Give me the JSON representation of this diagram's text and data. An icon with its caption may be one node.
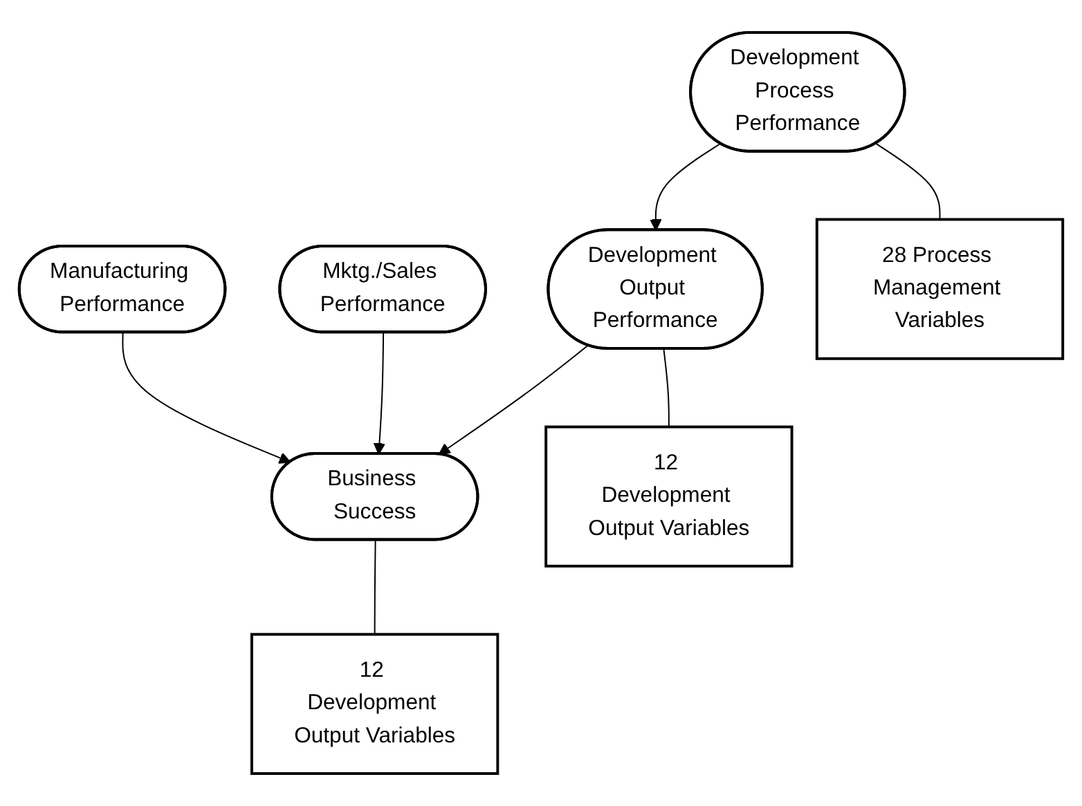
{
  "diagram": {
    "nodes": [
      {
        "text": [
          "Manufacturing Performance"
        ]
      },
      {
        "text": [
          "Mktg./Sales Performance"
        ]
      },
      {
        "text": [
          "Development Process Performance"
        ]
      },
      {
        "text": [
          "Development Output Performance"
        ]
      },
      {
        "text": [
          "Business Success"
        ]
      },
      {
        "text": [
          "28 Process Management Variables"
        ]
      },
      {
        "text": [
          "12 Development Output Variables"
        ]
      },
      {
        "text": [
          "12 Development Output Variables"
        ]
      }
    ],
    "edges": [
      {
        "from": 2,
        "to": 3,
        "arrow": "to"
      },
      {
        "from": 3,
        "to": 4,
        "arrow": "to"
      },
      {
        "from": 0,
        "to": 4,
        "arrow": "to"
      },
      {
        "from": 1,
        "to": 4,
        "arrow": "to"
      },
      {
        "from": 2,
        "to": 5,
        "arrow": "none"
      },
      {
        "from": 3,
        "to": 6,
        "arrow": "none"
      },
      {
        "from": 4,
        "to": 7,
        "arrow": "none"
      }
    ]
  }
}
